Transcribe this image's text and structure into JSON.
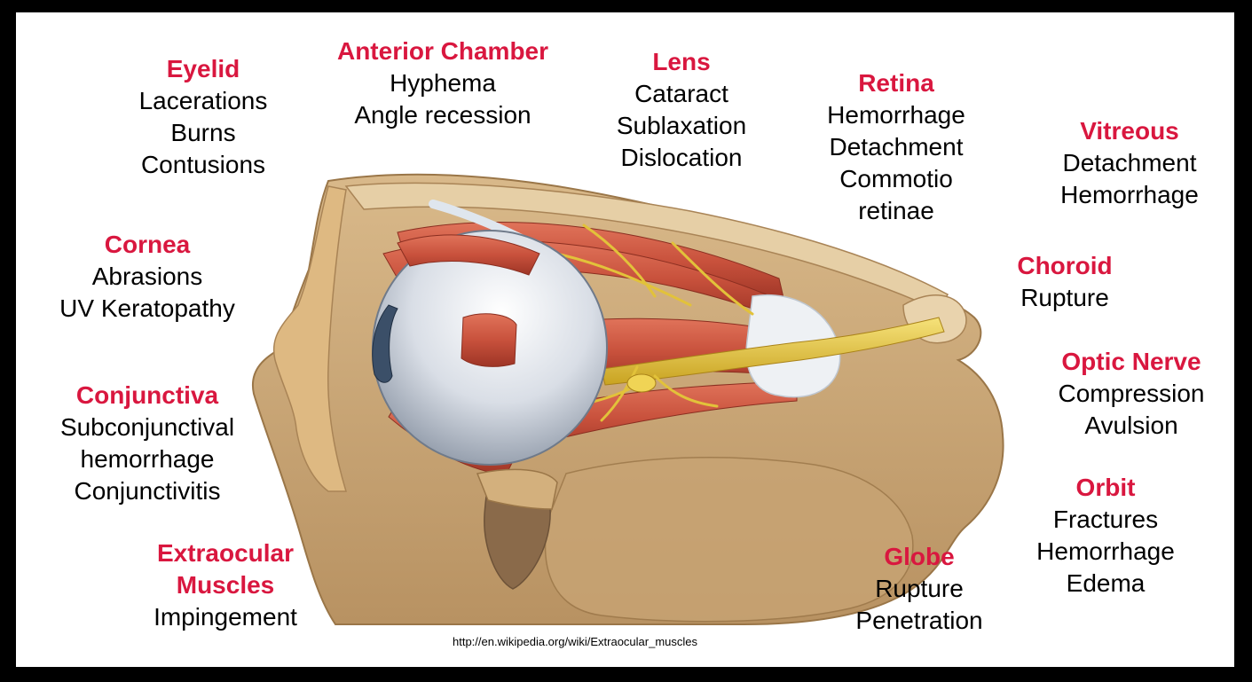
{
  "colors": {
    "heading": "#d9173f",
    "text": "#000000",
    "frame": "#000000",
    "slide": "#ffffff"
  },
  "labels": [
    {
      "id": "eyelid",
      "heading": "Eyelid",
      "lines": [
        "Lacerations",
        "Burns",
        "Contusions"
      ]
    },
    {
      "id": "anterior-chamber",
      "heading": "Anterior Chamber",
      "lines": [
        "Hyphema",
        "Angle recession"
      ]
    },
    {
      "id": "lens",
      "heading": "Lens",
      "lines": [
        "Cataract",
        "Sublaxation",
        "Dislocation"
      ]
    },
    {
      "id": "retina",
      "heading": "Retina",
      "lines": [
        "Hemorrhage",
        "Detachment",
        "Commotio",
        "retinae"
      ]
    },
    {
      "id": "vitreous",
      "heading": "Vitreous",
      "lines": [
        "Detachment",
        "Hemorrhage"
      ]
    },
    {
      "id": "cornea",
      "heading": "Cornea",
      "lines": [
        "Abrasions",
        "UV Keratopathy"
      ]
    },
    {
      "id": "choroid",
      "heading": "Choroid",
      "lines": [
        "Rupture"
      ]
    },
    {
      "id": "conjunctiva",
      "heading": "Conjunctiva",
      "lines": [
        "Subconjunctival",
        "hemorrhage",
        "Conjunctivitis"
      ]
    },
    {
      "id": "optic-nerve",
      "heading": "Optic Nerve",
      "lines": [
        "Compression",
        "Avulsion"
      ]
    },
    {
      "id": "orbit",
      "heading": "Orbit",
      "lines": [
        "Fractures",
        "Hemorrhage",
        "Edema"
      ]
    },
    {
      "id": "extraocular-muscles",
      "heading": "Extraocular Muscles",
      "lines": [
        "Impingement"
      ]
    },
    {
      "id": "globe",
      "heading": "Globe",
      "lines": [
        "Rupture",
        "Penetration"
      ]
    }
  ],
  "credit": "http://en.wikipedia.org/wiki/Extraocular_muscles"
}
